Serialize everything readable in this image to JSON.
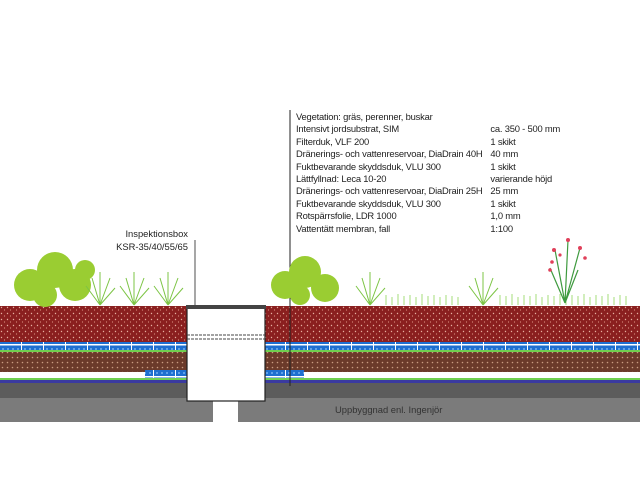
{
  "layers": [
    {
      "name": "Vegetation: gräs, perenner, buskar",
      "value": ""
    },
    {
      "name": "Intensivt jordsubstrat, SIM",
      "value": "ca. 350 - 500 mm"
    },
    {
      "name": "Filterduk, VLF 200",
      "value": "1 skikt"
    },
    {
      "name": "Dränerings- och vattenreservoar, DiaDrain 40H",
      "value": "40 mm"
    },
    {
      "name": "Fuktbevarande skyddsduk, VLU 300",
      "value": "1 skikt"
    },
    {
      "name": "Lättfyllnad: Leca 10-20",
      "value": "varierande höjd"
    },
    {
      "name": "Dränerings- och vattenreservoar, DiaDrain 25H",
      "value": "25 mm"
    },
    {
      "name": "Fuktbevarande skyddsduk, VLU 300",
      "value": "1 skikt"
    },
    {
      "name": "Rotspärrsfolie, LDR 1000",
      "value": "1,0 mm"
    },
    {
      "name": "Vattentätt membran, fall",
      "value": "1:100"
    }
  ],
  "inspection_box": {
    "line1": "Inspektionsbox",
    "line2": "KSR-35/40/55/65"
  },
  "base_label": "Uppbyggnad enl. Ingenjör",
  "colors": {
    "soil": "#8a1f1f",
    "drain": "#1e6fd0",
    "leca": "#6b3a2a",
    "concrete_dark": "#5c5c5c",
    "concrete_light": "#7b7b7b",
    "plant": "#9acd32"
  }
}
